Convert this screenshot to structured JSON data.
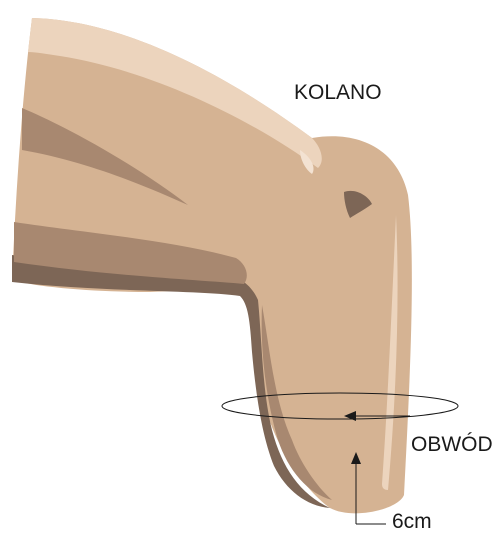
{
  "labels": {
    "knee": "KOLANO",
    "circumference": "OBWÓD",
    "distance": "6cm"
  },
  "colors": {
    "skin_base": "#d5b393",
    "skin_highlight": "#ecd4bd",
    "skin_shadow": "#a88870",
    "skin_deep_shadow": "#7d6656",
    "line": "#1a1a1a",
    "background": "#ffffff"
  }
}
